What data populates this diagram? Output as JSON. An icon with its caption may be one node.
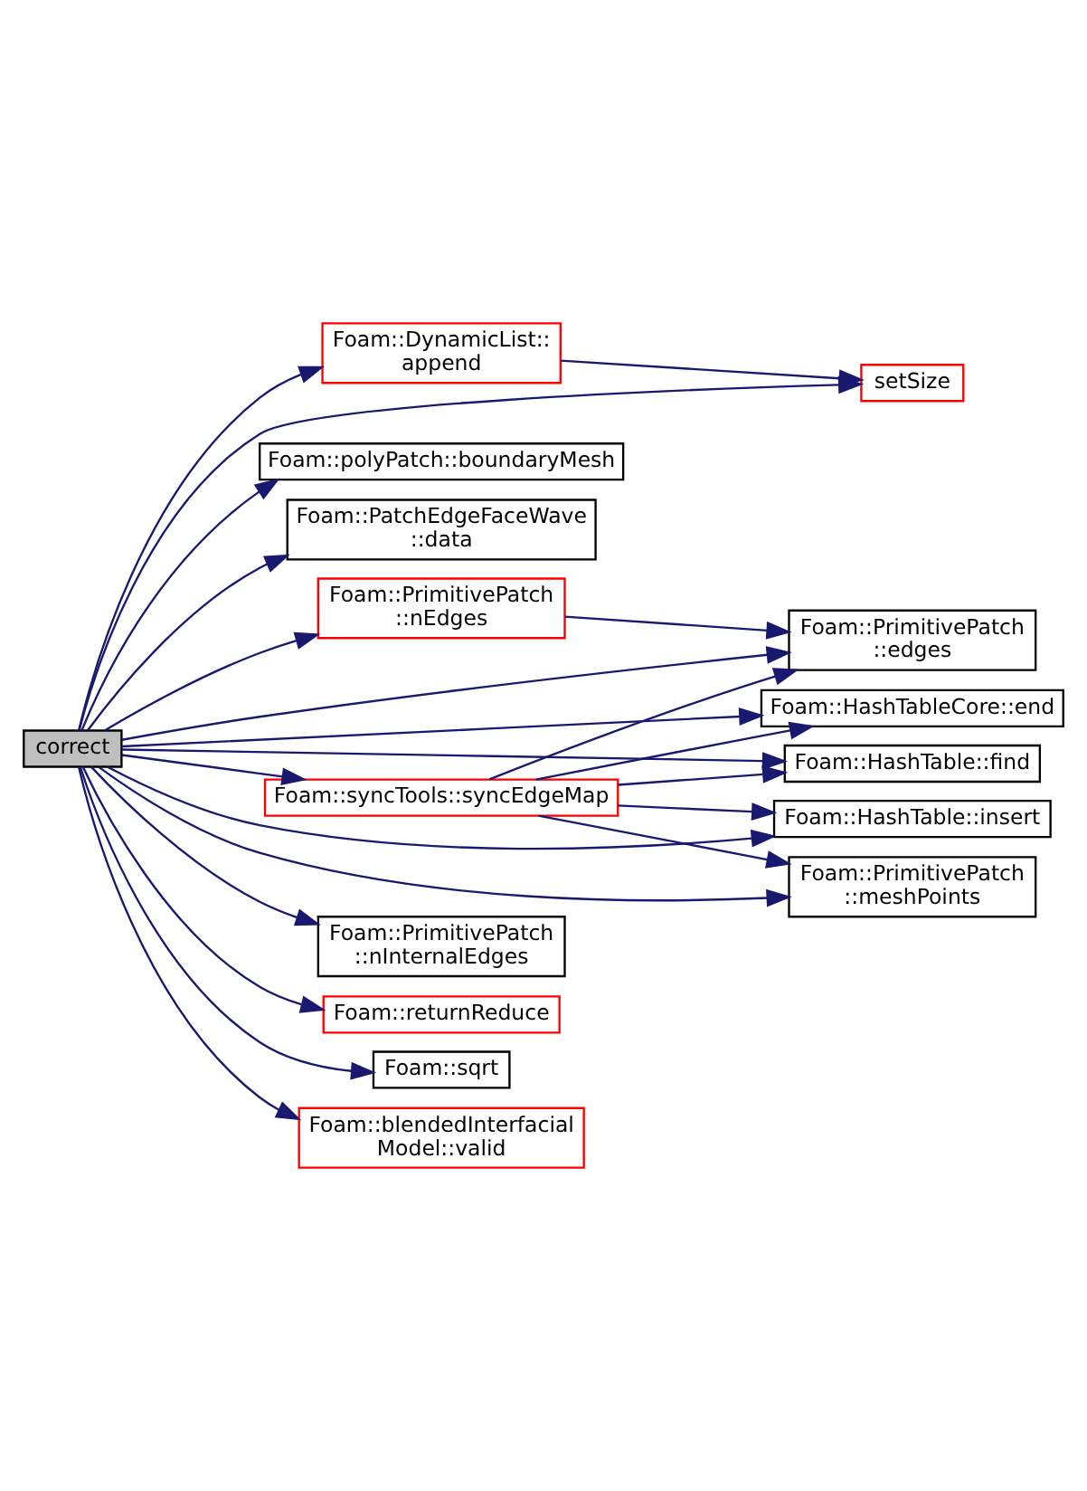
{
  "diagram": {
    "nodes": [
      {
        "text": [
          "correct"
        ]
      },
      {
        "text": [
          "Foam::DynamicList:: append"
        ]
      },
      {
        "text": [
          "setSize"
        ]
      },
      {
        "text": [
          "Foam::polyPatch::boundaryMesh"
        ]
      },
      {
        "text": [
          "Foam::PatchEdgeFaceWave ::data"
        ]
      },
      {
        "text": [
          "Foam::PrimitivePatch ::nEdges"
        ]
      },
      {
        "text": [
          "Foam::PrimitivePatch ::edges"
        ]
      },
      {
        "text": [
          "Foam::HashTableCore::end"
        ]
      },
      {
        "text": [
          "Foam::syncTools::syncEdgeMap"
        ]
      },
      {
        "text": [
          "Foam::HashTable::find"
        ]
      },
      {
        "text": [
          "Foam::HashTable::insert"
        ]
      },
      {
        "text": [
          "Foam::PrimitivePatch ::meshPoints"
        ]
      },
      {
        "text": [
          "Foam::PrimitivePatch ::nInternalEdges"
        ]
      },
      {
        "text": [
          "Foam::returnReduce"
        ]
      },
      {
        "text": [
          "Foam::sqrt"
        ]
      },
      {
        "text": [
          "Foam::blendedInterfacial Model::valid"
        ]
      }
    ],
    "edges": [
      {
        "from": 0,
        "to": 1,
        "arrow": "to"
      },
      {
        "from": 0,
        "to": 2,
        "arrow": "to"
      },
      {
        "from": 0,
        "to": 3,
        "arrow": "to"
      },
      {
        "from": 0,
        "to": 4,
        "arrow": "to"
      },
      {
        "from": 0,
        "to": 5,
        "arrow": "to"
      },
      {
        "from": 0,
        "to": 6,
        "arrow": "to"
      },
      {
        "from": 0,
        "to": 7,
        "arrow": "to"
      },
      {
        "from": 0,
        "to": 9,
        "arrow": "to"
      },
      {
        "from": 0,
        "to": 8,
        "arrow": "to"
      },
      {
        "from": 0,
        "to": 10,
        "arrow": "to"
      },
      {
        "from": 0,
        "to": 11,
        "arrow": "to"
      },
      {
        "from": 0,
        "to": 12,
        "arrow": "to"
      },
      {
        "from": 0,
        "to": 13,
        "arrow": "to"
      },
      {
        "from": 0,
        "to": 14,
        "arrow": "to"
      },
      {
        "from": 0,
        "to": 15,
        "arrow": "to"
      },
      {
        "from": 1,
        "to": 2,
        "arrow": "to"
      },
      {
        "from": 5,
        "to": 6,
        "arrow": "to"
      },
      {
        "from": 8,
        "to": 6,
        "arrow": "to"
      },
      {
        "from": 8,
        "to": 7,
        "arrow": "to"
      },
      {
        "from": 8,
        "to": 9,
        "arrow": "to"
      },
      {
        "from": 8,
        "to": 10,
        "arrow": "to"
      },
      {
        "from": 8,
        "to": 11,
        "arrow": "to"
      }
    ]
  }
}
